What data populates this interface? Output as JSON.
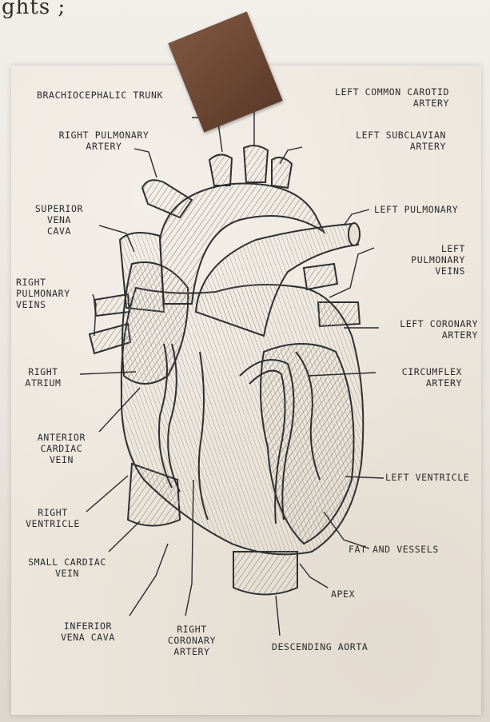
{
  "top_note": "ghts ;",
  "labels": {
    "brachiocephalic_trunk": "BRACHIOCEPHALIC TRUNK",
    "left_common_carotid": "LEFT COMMON CAROTID\nARTERY",
    "right_pulmonary_artery": "RIGHT PULMONARY\nARTERY",
    "left_subclavian": "LEFT SUBCLAVIAN\nARTERY",
    "superior_vena_cava": "SUPERIOR\nVENA\nCAVA",
    "left_pulmonary_artery": "LEFT PULMONARY",
    "left_pulmonary_veins": "LEFT\nPULMONARY\nVEINS",
    "right_pulmonary_veins": "RIGHT\nPULMONARY\nVEINS",
    "left_coronary_artery": "LEFT CORONARY\nARTERY",
    "right_atrium": "RIGHT\nATRIUM",
    "circumflex_artery": "CIRCUMFLEX\nARTERY",
    "anterior_cardiac_vein": "ANTERIOR\nCARDIAC\nVEIN",
    "left_ventricle": "LEFT VENTRICLE",
    "right_ventricle": "RIGHT\nVENTRICLE",
    "fat_and_vessels": "FAT AND VESSELS",
    "small_cardiac_vein": "SMALL CARDIAC\nVEIN",
    "apex": "APEX",
    "inferior_vena_cava": "INFERIOR\nVENA CAVA",
    "right_coronary_artery": "RIGHT\nCORONARY\nARTERY",
    "descending_aorta": "DESCENDING AORTA"
  },
  "colors": {
    "ink": "#2a2a2a",
    "paper": "#ece6dc",
    "tape": "#6e4a36",
    "shade": "#9c968c"
  }
}
